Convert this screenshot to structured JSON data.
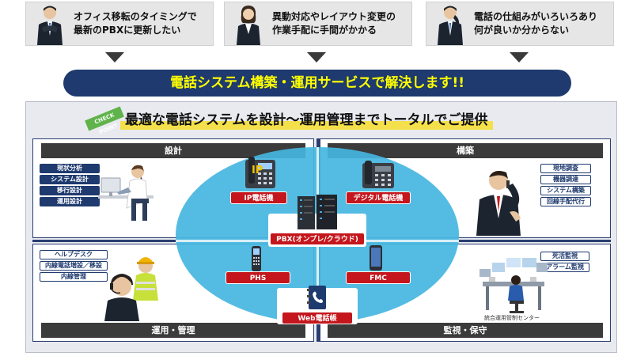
{
  "problems": [
    {
      "text": "オフィス移転のタイミングで\n最新のPBXに更新したい"
    },
    {
      "text": "異動対応やレイアウト変更の\n作業手配に手間がかかる"
    },
    {
      "text": "電話の仕組みがいろいろあり\n何が良いか分からない"
    }
  ],
  "banner": "電話システム構築・運用サービスで解決します!!",
  "checkpoint": "CHECK POINT",
  "headline": "最適な電話システムを設計～運用管理までトータルでご提供",
  "quadrants": {
    "design": {
      "title": "設計",
      "tags": [
        "現状分析",
        "システム設計",
        "移行設計",
        "運用設計"
      ]
    },
    "build": {
      "title": "構築",
      "tags": [
        "現地調査",
        "機器調達",
        "システム構築",
        "回線手配代行"
      ]
    },
    "operate": {
      "title": "運用・管理",
      "tags": [
        "ヘルプデスク",
        "内線電話増設／移設",
        "内線管理"
      ]
    },
    "monitor": {
      "title": "監視・保守",
      "tags": [
        "死活監視",
        "アラーム監視"
      ],
      "center_label": "統合運用管制センター"
    }
  },
  "devices": {
    "ip_phone": "IP電話機",
    "ip_mark": "IP",
    "digital_phone": "デジタル電話機",
    "pbx": "PBX(オンプレ/クラウド)",
    "phs": "PHS",
    "fmc": "FMC",
    "web_phone": "Web電話帳"
  },
  "colors": {
    "navy": "#1e3a6e",
    "banner_text": "#ffff00",
    "ellipse": "#45b6e0",
    "red_label": "#c4161c",
    "highlight": "#f4e04a"
  }
}
